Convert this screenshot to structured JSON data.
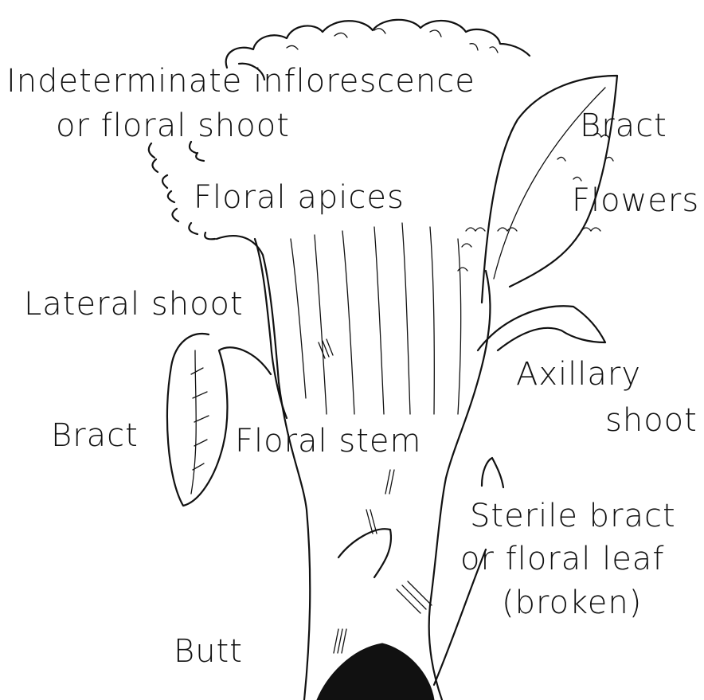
{
  "labels": {
    "indeterminate_inflorescence": "Indeterminate inflorescence",
    "or_floral_shoot": "or floral shoot",
    "bract_top": "Bract",
    "floral_apices": "Floral apices",
    "flowers": "Flowers",
    "lateral_shoot": "Lateral shoot",
    "axillary": "Axillary",
    "shoot": "shoot",
    "bract_left": "Bract",
    "floral_stem": "Floral stem",
    "sterile_bract": "Sterile bract",
    "or_floral_leaf": "or floral leaf",
    "broken": "(broken)",
    "butt": "Butt"
  },
  "colors": {
    "ink": "#111111",
    "paper": "#ffffff"
  }
}
